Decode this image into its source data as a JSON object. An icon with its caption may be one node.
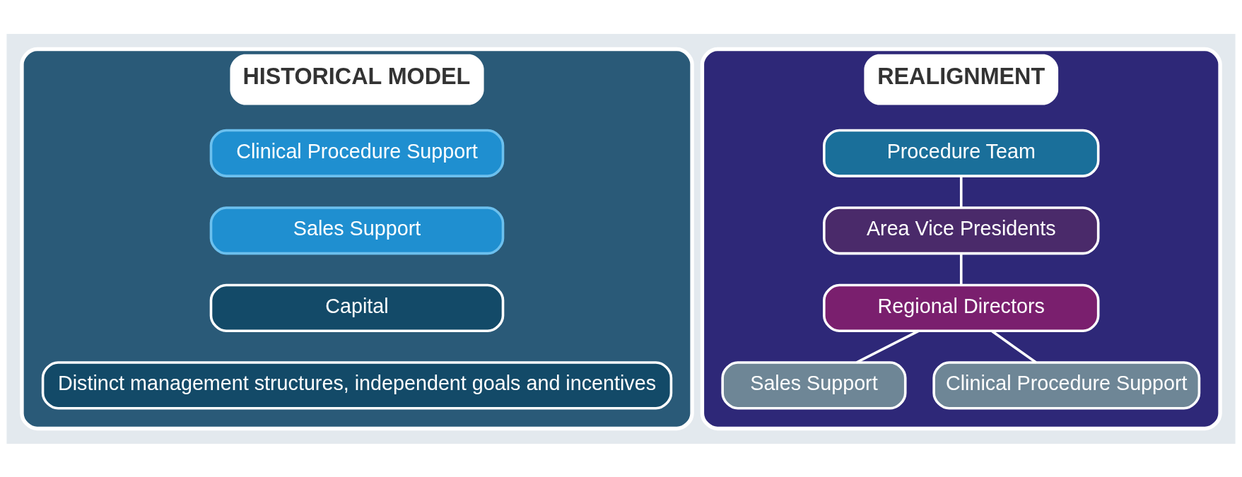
{
  "diagram": {
    "nodes": [
      {
        "text": [
          "HISTORICAL MODEL"
        ]
      },
      {
        "text": [
          "Clinical Procedure Support"
        ],
        "in": 0
      },
      {
        "text": [
          "Sales Support"
        ],
        "in": 0
      },
      {
        "text": [
          "Capital"
        ],
        "in": 0
      },
      {
        "text": [
          "Distinct management structures, independent goals and incentives"
        ],
        "in": 0
      },
      {
        "text": [
          "REALIGNMENT"
        ]
      },
      {
        "text": [
          "Procedure Team"
        ],
        "in": 5
      },
      {
        "text": [
          "Area Vice Presidents"
        ],
        "in": 5
      },
      {
        "text": [
          "Regional Directors"
        ],
        "in": 5
      },
      {
        "text": [
          "Sales Support"
        ],
        "in": 5
      },
      {
        "text": [
          "Clinical Procedure Support"
        ],
        "in": 5
      }
    ],
    "edges": [
      {
        "from": 6,
        "to": 7,
        "arrow": "none"
      },
      {
        "from": 7,
        "to": 8,
        "arrow": "none"
      },
      {
        "from": 8,
        "to": 9,
        "arrow": "none"
      },
      {
        "from": 8,
        "to": 10,
        "arrow": "none"
      }
    ]
  }
}
